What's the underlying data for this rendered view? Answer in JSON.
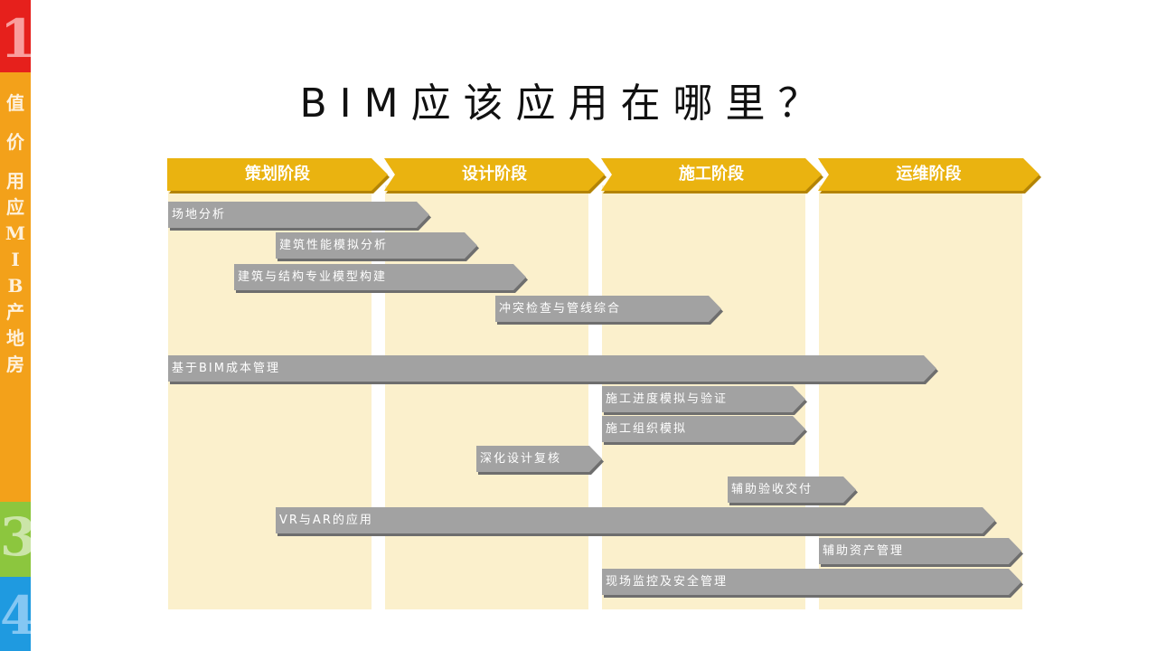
{
  "sidebar": {
    "numbers": [
      "1",
      "3",
      "4"
    ],
    "vertical_text": [
      "房",
      "地",
      "产",
      "B",
      "I",
      "M",
      "应",
      "用",
      "价",
      "值"
    ],
    "colors": {
      "red": "#e6201c",
      "orange": "#f3a11a",
      "green": "#8cc63e",
      "blue": "#1f9ae0"
    }
  },
  "title": "BIM应该应用在哪里？",
  "phases": [
    "策划阶段",
    "设计阶段",
    "施工阶段",
    "运维阶段"
  ],
  "tasks": [
    "场地分析",
    "建筑性能模拟分析",
    "建筑与结构专业模型构建",
    "冲突检查与管线综合",
    "基于BIM成本管理",
    "施工进度模拟与验证",
    "施工组织模拟",
    "深化设计复核",
    "辅助验收交付",
    "VR与AR的应用",
    "辅助资产管理",
    "现场监控及安全管理"
  ],
  "colors": {
    "phase_header": "#eab310",
    "column_bg": "#fbf0cc",
    "task_bar": "#a2a2a2"
  }
}
